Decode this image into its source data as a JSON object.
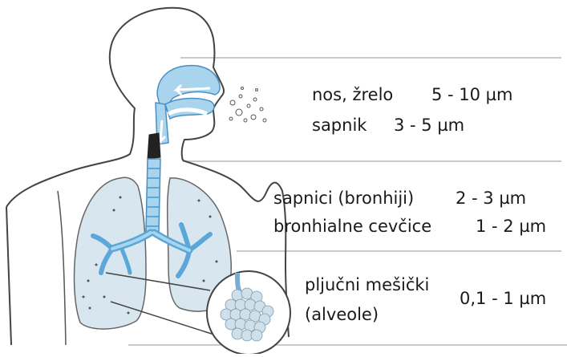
{
  "colors": {
    "airway_fill": "#a9d4ee",
    "airway_dark": "#5aa7d8",
    "lung_fill": "#d7e6ef",
    "outline": "#444444",
    "guide_line": "#b7b7b7",
    "background": "#ffffff"
  },
  "labels": {
    "nose_throat": {
      "name": "nos, žrelo",
      "size": "5 - 10 µm"
    },
    "larynx": {
      "name": "sapnik",
      "size": "3 - 5 µm"
    },
    "bronchi": {
      "name": "sapnici (bronhiji)",
      "size": "2 - 3 µm"
    },
    "bronchioles": {
      "name": "bronhialne cevčice",
      "size": "1 - 2 µm"
    },
    "alveoli": {
      "name_line1": "plјučni mešički",
      "name_line2": "(alveole)",
      "size": "0,1 - 1 µm"
    }
  }
}
